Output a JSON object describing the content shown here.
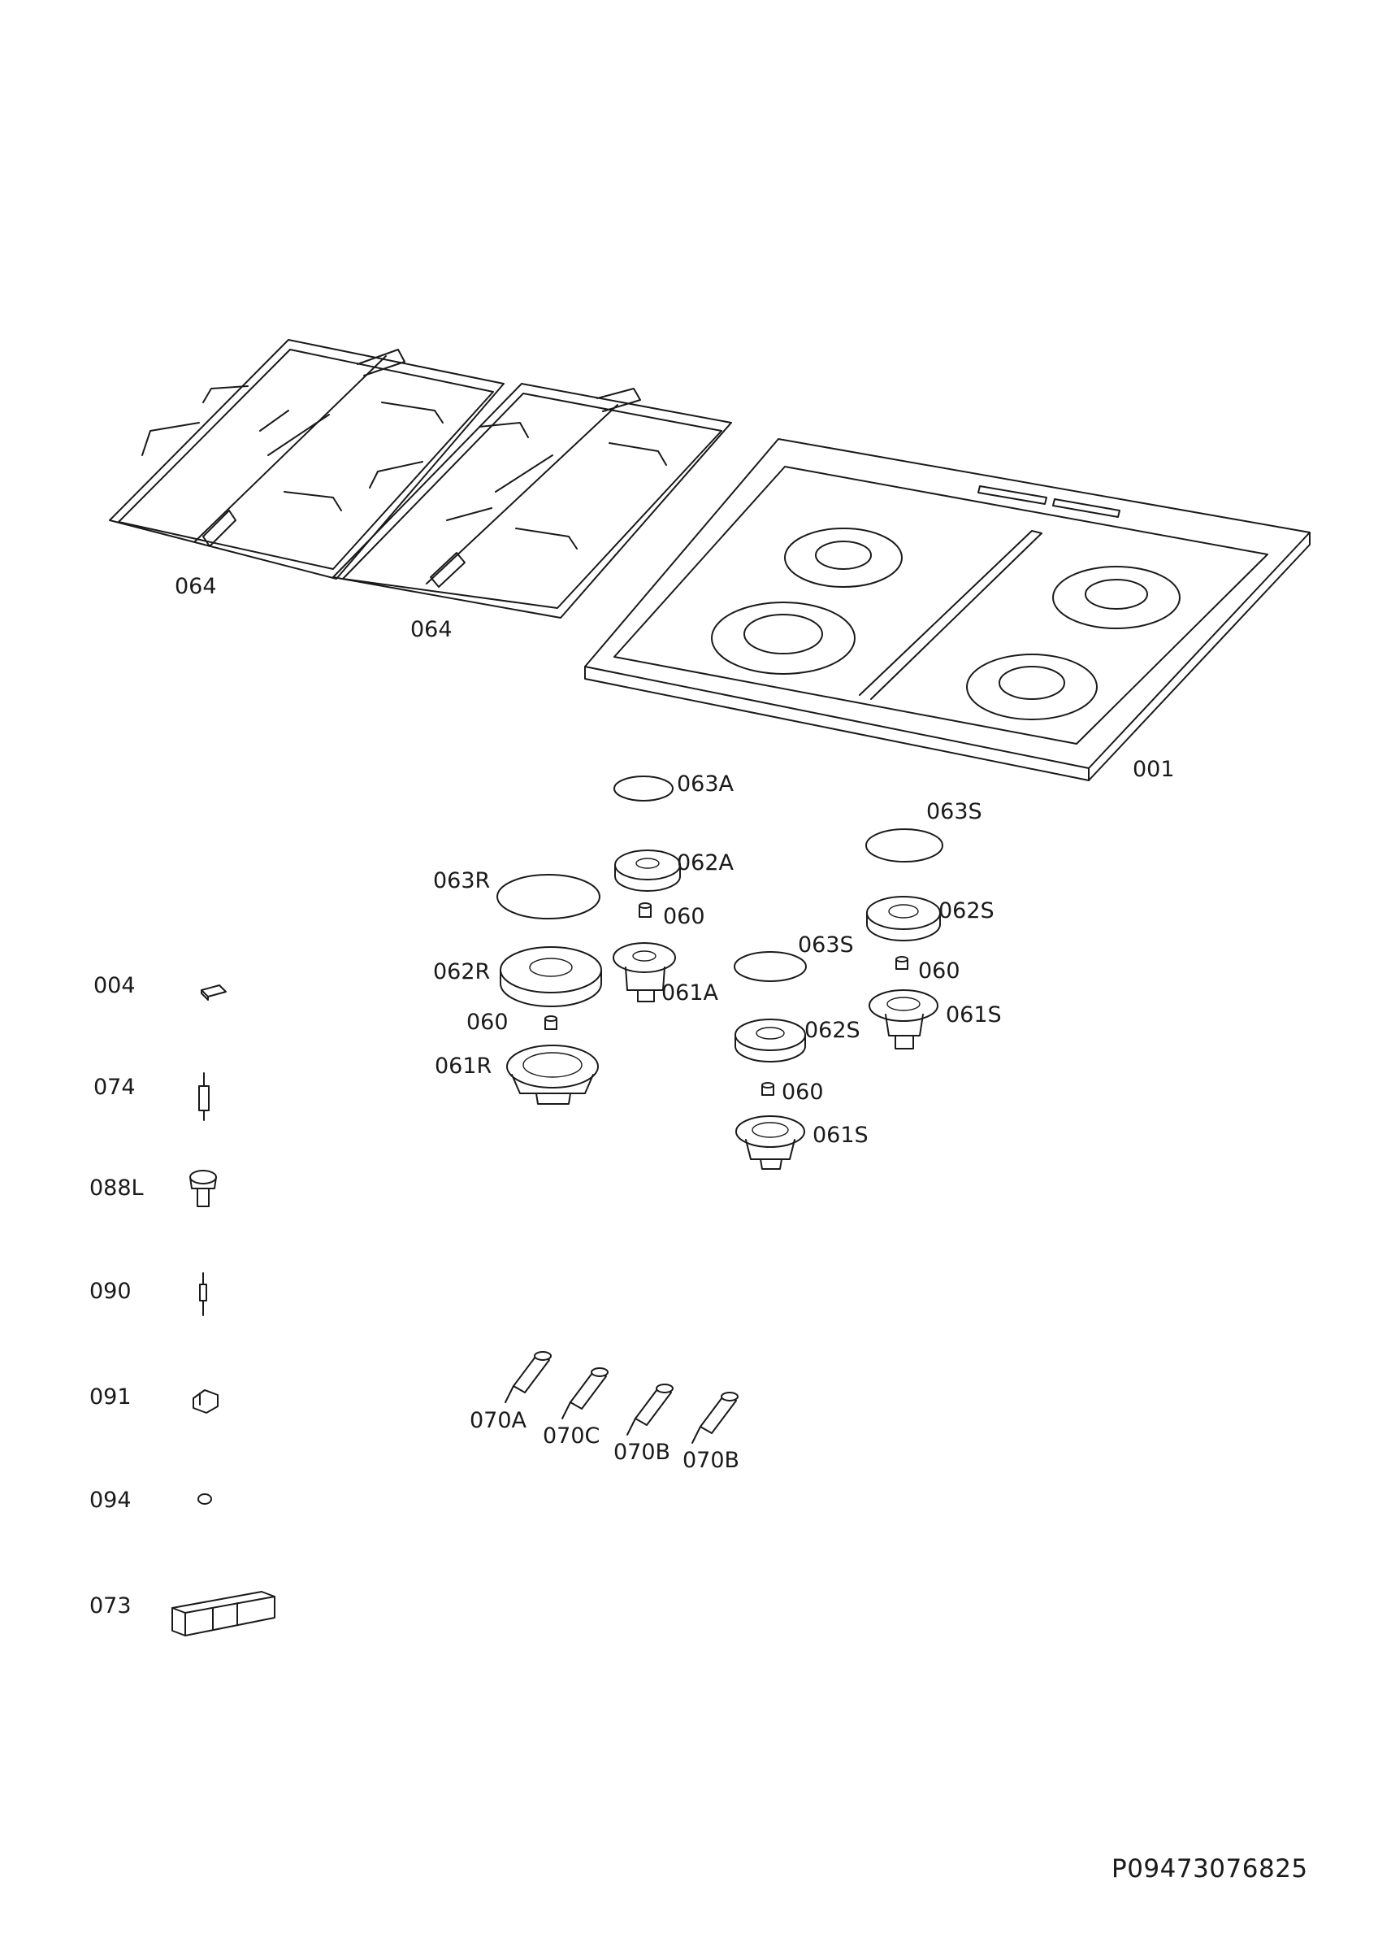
{
  "document_id": "P09473076825",
  "parts": {
    "p001": "001",
    "p064_left": "064",
    "p064_right": "064",
    "p063A": "063A",
    "p062A": "062A",
    "p060_a": "060",
    "p061A": "061A",
    "p063R": "063R",
    "p062R": "062R",
    "p060_r": "060",
    "p061R": "061R",
    "p063S_right": "063S",
    "p062S_right": "062S",
    "p060_sr": "060",
    "p061S_right": "061S",
    "p063S_center": "063S",
    "p062S_center": "062S",
    "p060_sc": "060",
    "p061S_center": "061S",
    "p004": "004",
    "p074": "074",
    "p088L": "088L",
    "p090": "090",
    "p091": "091",
    "p094": "094",
    "p073": "073",
    "p070A": "070A",
    "p070C": "070C",
    "p070B_1": "070B",
    "p070B_2": "070B"
  },
  "colors": {
    "line": "#1a1a1a",
    "background": "#ffffff"
  }
}
